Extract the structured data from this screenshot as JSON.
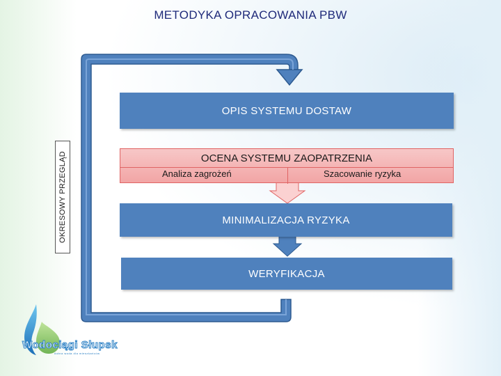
{
  "title": "METODYKA OPRACOWANIA PBW",
  "side_label": "OKRESOWY PRZEGLĄD",
  "boxes": {
    "opis": "OPIS SYSTEMU DOSTAW",
    "ocena": "OCENA SYSTEMU ZAOPATRZENIA",
    "ocena_left": "Analiza zagrożeń",
    "ocena_right": "Szacowanie ryzyka",
    "minimalizacja": "MINIMALIZACJA RYZYKA",
    "weryfikacja": "WERYFIKACJA"
  },
  "logo": {
    "name": "Wodociągi Słupsk",
    "tagline": "dobra woda dla mieszkańców"
  },
  "colors": {
    "box_blue": "#4f81bd",
    "pink_fill": "#f2a5a5",
    "pink_border": "#e06464",
    "title_text": "#1f2a7a"
  }
}
